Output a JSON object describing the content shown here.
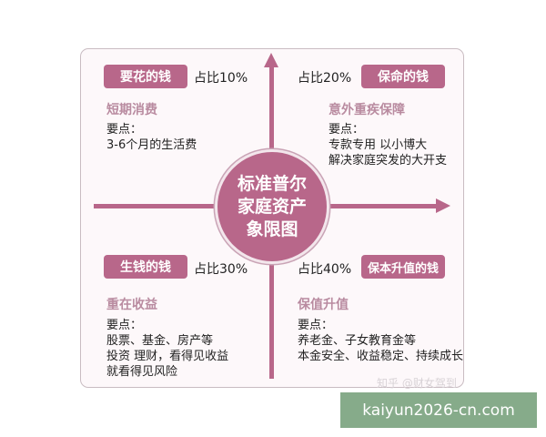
{
  "center": {
    "lines": [
      "标准普尔",
      "家庭资产",
      "象限图"
    ]
  },
  "quadrants": [
    {
      "tag": "要花的钱",
      "share": "占比10%",
      "subtitle": "短期消费",
      "points_label": "要点：",
      "points": [
        "3-6个月的生活费"
      ]
    },
    {
      "tag": "保命的钱",
      "share": "占比20%",
      "subtitle": "意外重疾保障",
      "points_label": "要点：",
      "points": [
        "专款专用 以小博大",
        "解决家庭突发的大开支"
      ]
    },
    {
      "tag": "生钱的钱",
      "share": "占比30%",
      "subtitle": "重在收益",
      "points_label": "要点：",
      "points": [
        "股票、基金、房产等",
        "投资 理财，看得见收益",
        "就看得见风险"
      ]
    },
    {
      "tag": "保本升值的钱",
      "share": "占比40%",
      "subtitle": "保值升值",
      "points_label": "要点：",
      "points": [
        "养老金、子女教育金等",
        "本金安全、收益稳定、持续成长"
      ]
    }
  ],
  "watermark": "知乎 @财女驾到",
  "banner": "kaiyun2026-cn.com",
  "colors": {
    "accent": "#b8678a",
    "subtitle": "#b98ba0",
    "banner": "#86ab8a"
  }
}
